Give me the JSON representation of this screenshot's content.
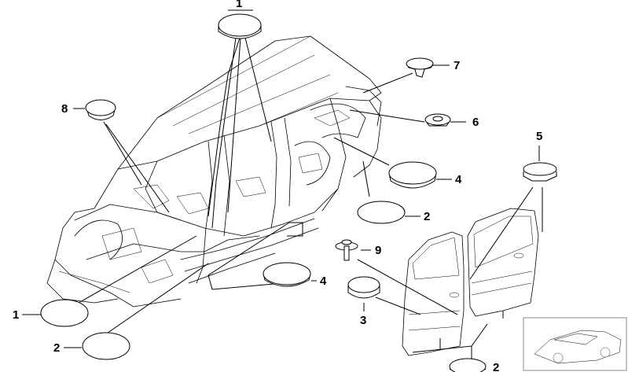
{
  "callouts": {
    "c1": "1",
    "c2a": "2",
    "c2b": "2",
    "c2c": "2",
    "c3": "3",
    "c4a": "4",
    "c4b": "4",
    "c5": "5",
    "c6": "6",
    "c7": "7",
    "c8": "8",
    "c9": "9",
    "c1top": "1"
  }
}
